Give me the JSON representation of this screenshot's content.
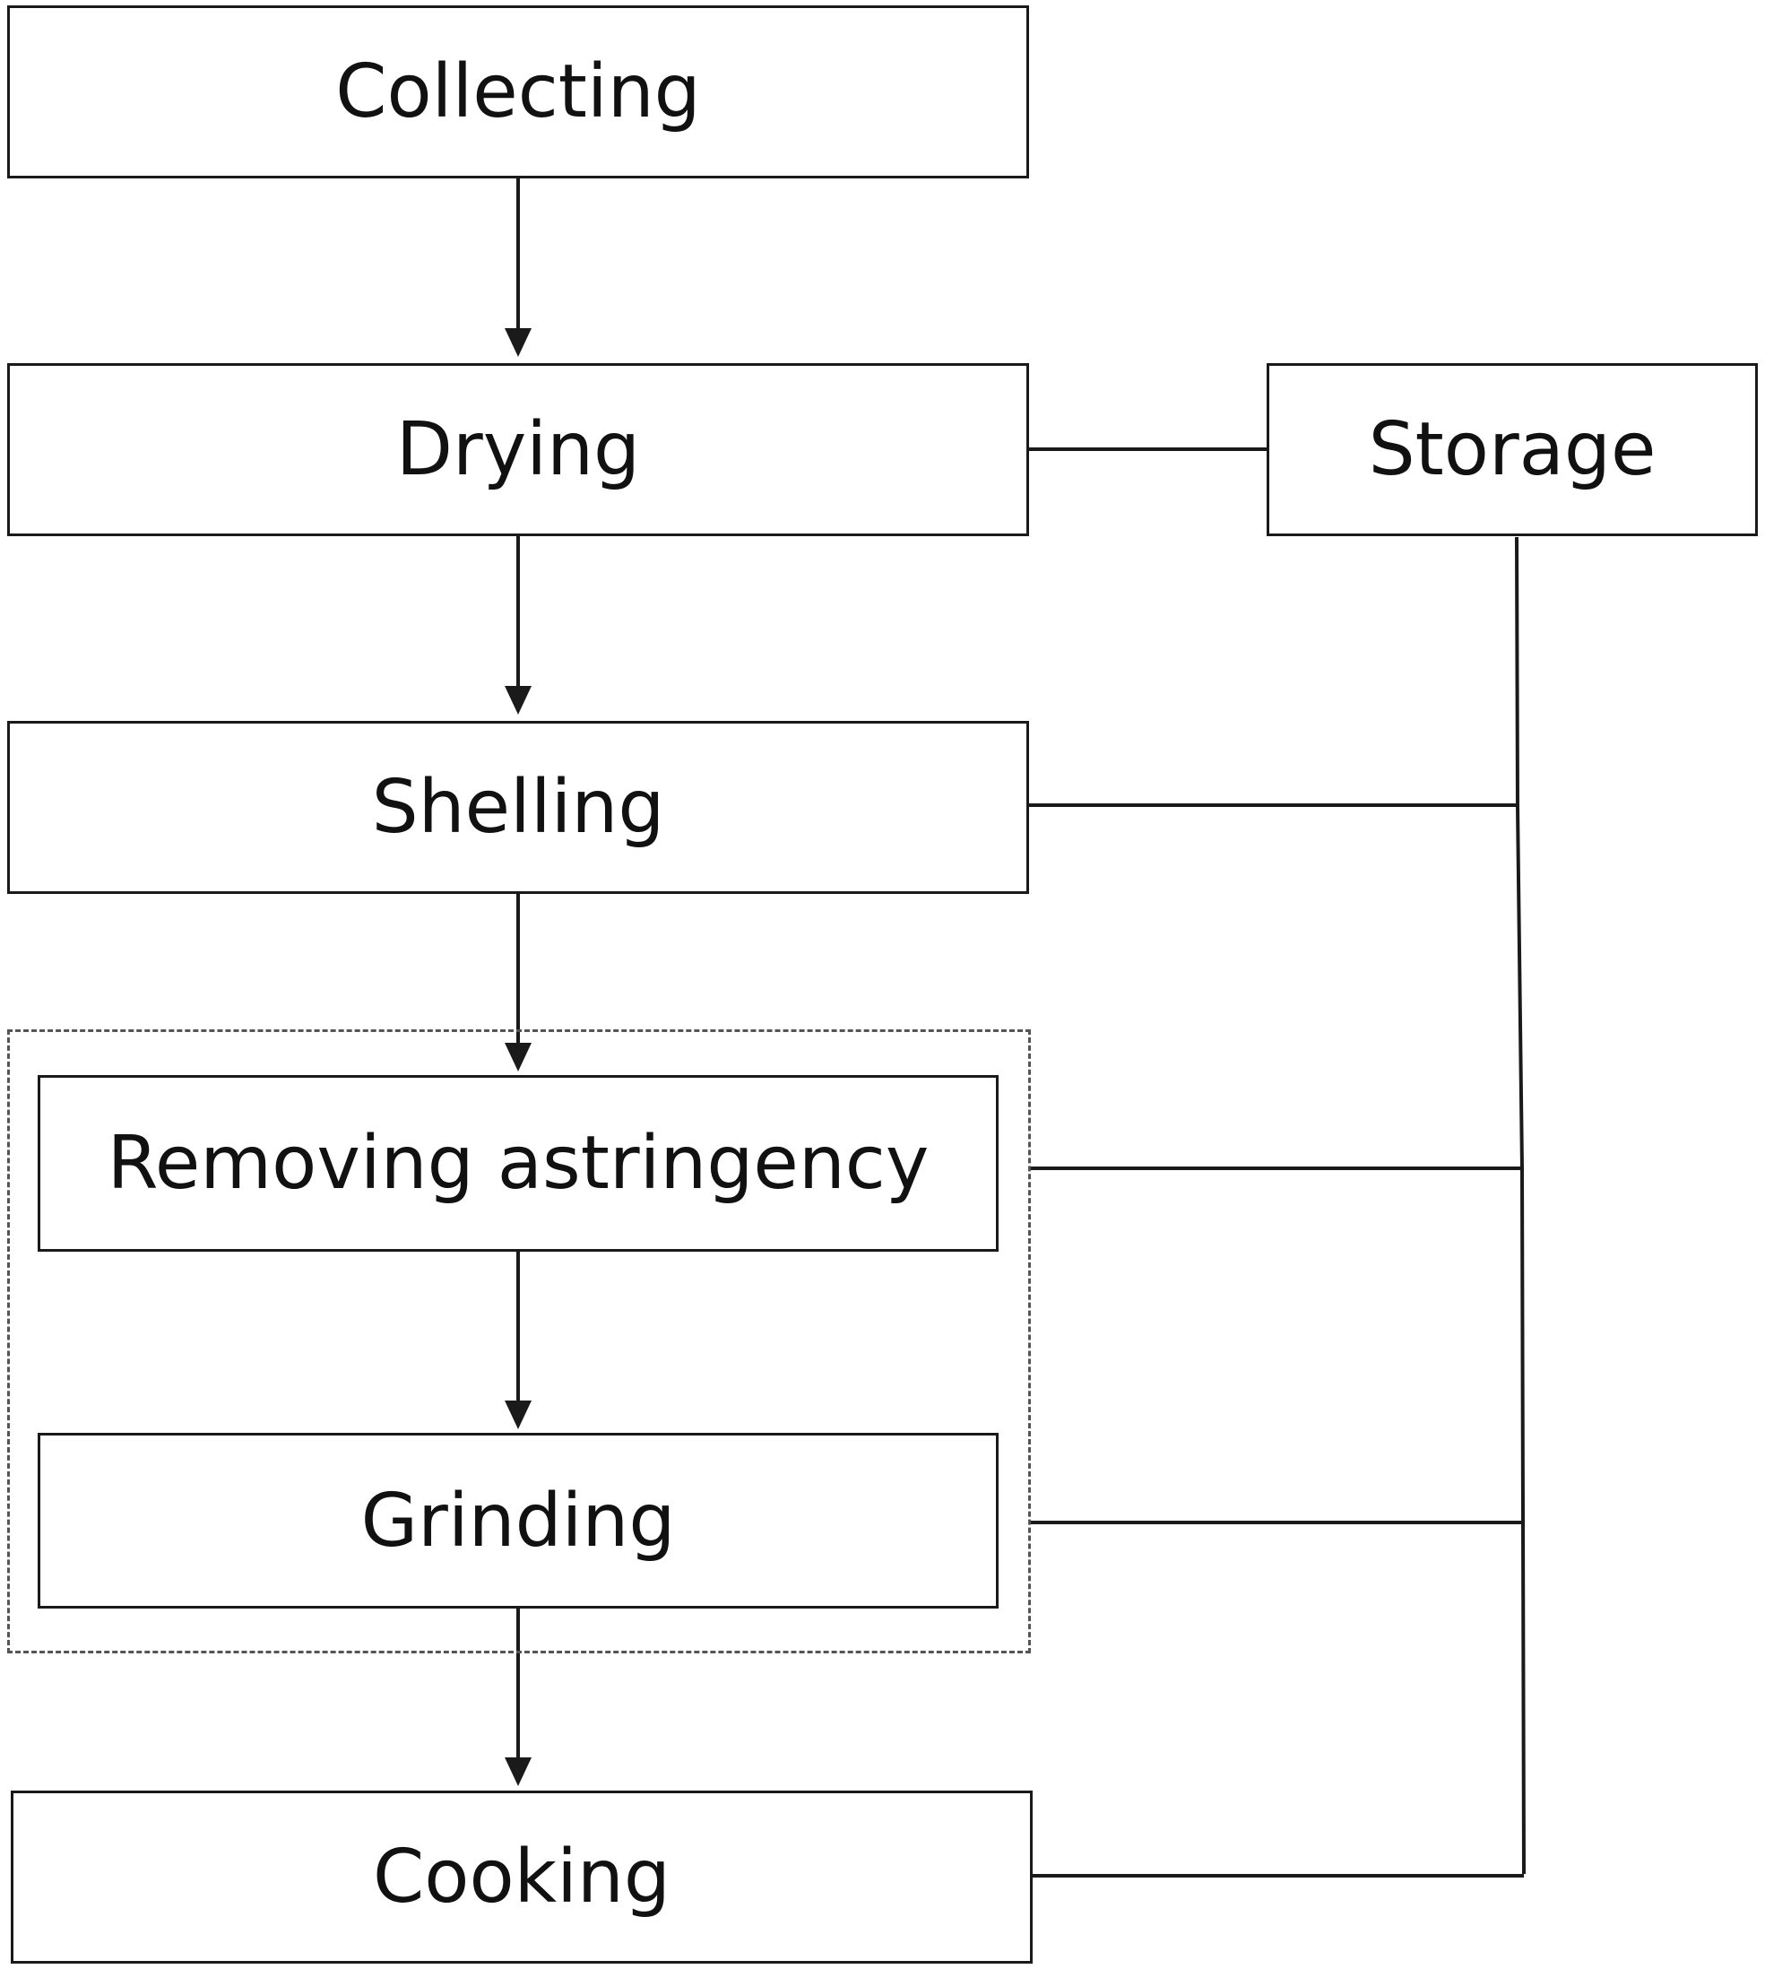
{
  "diagram": {
    "steps": [
      {
        "id": "collecting",
        "label": "Collecting"
      },
      {
        "id": "drying",
        "label": "Drying"
      },
      {
        "id": "shelling",
        "label": "Shelling"
      },
      {
        "id": "removing-astringency",
        "label": "Removing astringency"
      },
      {
        "id": "grinding",
        "label": "Grinding"
      },
      {
        "id": "cooking",
        "label": "Cooking"
      }
    ],
    "side_node": {
      "id": "storage",
      "label": "Storage"
    },
    "edges": [
      {
        "from": "collecting",
        "to": "drying",
        "type": "arrow"
      },
      {
        "from": "drying",
        "to": "shelling",
        "type": "arrow"
      },
      {
        "from": "shelling",
        "to": "removing-astringency",
        "type": "arrow"
      },
      {
        "from": "removing-astringency",
        "to": "grinding",
        "type": "arrow"
      },
      {
        "from": "grinding",
        "to": "cooking",
        "type": "arrow"
      },
      {
        "from": "drying",
        "to": "storage",
        "type": "line"
      },
      {
        "from": "storage",
        "to": "shelling",
        "type": "line"
      },
      {
        "from": "storage",
        "to": "removing-astringency",
        "type": "line"
      },
      {
        "from": "storage",
        "to": "grinding",
        "type": "line"
      },
      {
        "from": "storage",
        "to": "cooking",
        "type": "line"
      }
    ],
    "group": {
      "members": [
        "removing-astringency",
        "grinding"
      ],
      "style": "dashed"
    },
    "colors": {
      "stroke": "#1a1a1a",
      "text": "#111111",
      "group_border": "#555555",
      "background": "#ffffff"
    }
  }
}
